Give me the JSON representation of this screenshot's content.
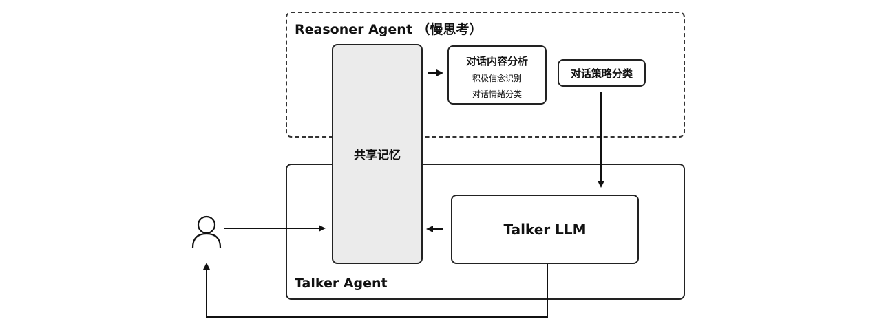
{
  "reasoner": {
    "title": "Reasoner Agent （慢思考）"
  },
  "talker": {
    "title": "Talker Agent"
  },
  "memory": {
    "label": "共享记忆"
  },
  "analysis": {
    "title": "对话内容分析",
    "items": [
      "积极信念识别",
      "对话情绪分类"
    ]
  },
  "strategy": {
    "label": "对话策略分类"
  },
  "llm": {
    "label": "Talker LLM"
  },
  "icons": {
    "user": "user-icon"
  },
  "colors": {
    "stroke": "#222222",
    "memory_fill": "#ebebeb"
  }
}
